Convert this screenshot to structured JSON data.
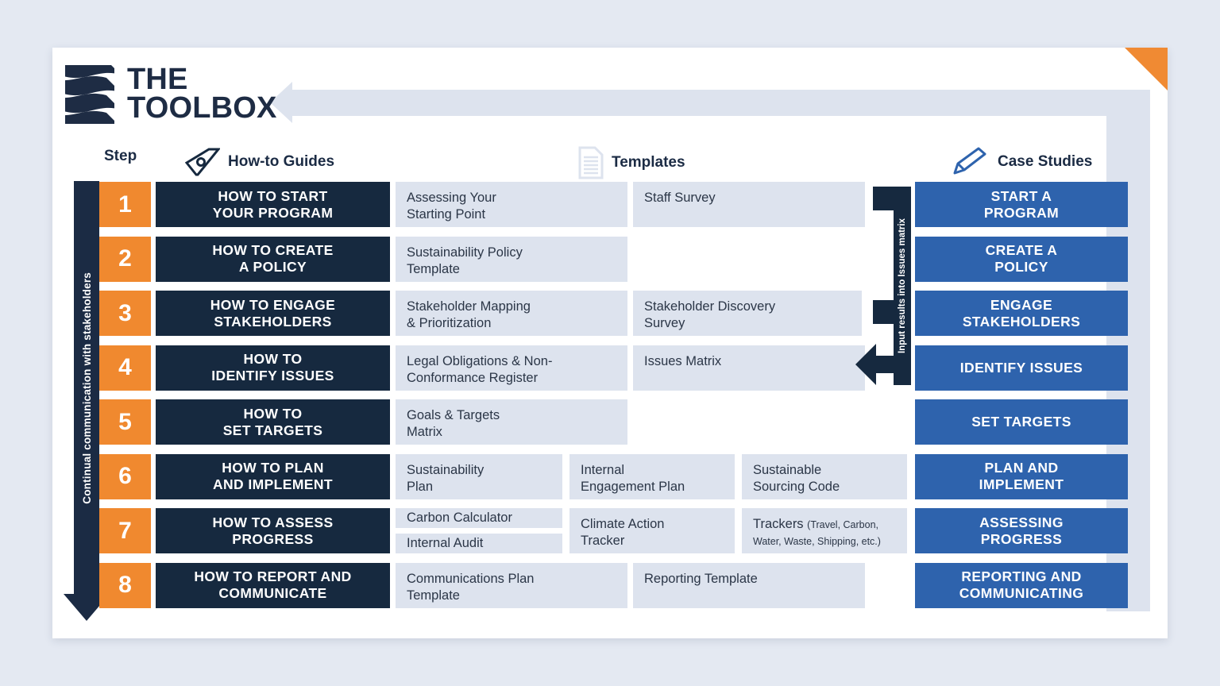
{
  "brand": {
    "line1": "THE",
    "line2": "TOOLBOX",
    "logo_icon": "diagonal-stripes-logo"
  },
  "headers": {
    "step": "Step",
    "guides": "How-to Guides",
    "guides_icon": "parallelogram-compass-icon",
    "templates": "Templates",
    "templates_icon": "document-icon",
    "cases": "Case Studies",
    "cases_icon": "pencil-icon"
  },
  "spine_label": "Continual communication with stakeholders",
  "bracket_label": "Input results into Issues matrix",
  "colors": {
    "orange": "#f0892f",
    "navy": "#16293f",
    "blue": "#2e63ad",
    "pale": "#dde3ee",
    "page_bg": "#e4e9f2"
  },
  "rows": [
    {
      "num": "1",
      "guide": "HOW TO START\nYOUR PROGRAM",
      "templates": [
        "Assessing Your\nStarting Point",
        "Staff Survey"
      ],
      "case": "START A\nPROGRAM"
    },
    {
      "num": "2",
      "guide": "HOW TO CREATE\nA POLICY",
      "templates": [
        "Sustainability Policy\nTemplate"
      ],
      "case": "CREATE A\nPOLICY"
    },
    {
      "num": "3",
      "guide": "HOW TO ENGAGE\nSTAKEHOLDERS",
      "templates": [
        "Stakeholder Mapping\n& Prioritization",
        "Stakeholder Discovery\nSurvey"
      ],
      "case": "ENGAGE\nSTAKEHOLDERS"
    },
    {
      "num": "4",
      "guide": "HOW TO\nIDENTIFY ISSUES",
      "templates": [
        "Legal Obligations & Non-\nConformance Register",
        "Issues Matrix"
      ],
      "case": "IDENTIFY ISSUES"
    },
    {
      "num": "5",
      "guide": "HOW TO\nSET TARGETS",
      "templates": [
        "Goals & Targets\nMatrix"
      ],
      "case": "SET TARGETS"
    },
    {
      "num": "6",
      "guide": "HOW TO PLAN\nAND IMPLEMENT",
      "templates": [
        "Sustainability\nPlan",
        "Internal\nEngagement Plan",
        "Sustainable\nSourcing Code"
      ],
      "case": "PLAN AND\nIMPLEMENT"
    },
    {
      "num": "7",
      "guide": "HOW TO ASSESS\nPROGRESS",
      "templates": [
        "Carbon Calculator",
        "Internal Audit",
        "Climate Action\nTracker"
      ],
      "templates_rich": {
        "main": "Trackers",
        "note": "(Travel, Carbon, Water, Waste, Shipping, etc.)"
      },
      "case": "ASSESSING\nPROGRESS"
    },
    {
      "num": "8",
      "guide": "HOW TO REPORT AND\nCOMMUNICATE",
      "templates": [
        "Communications Plan\nTemplate",
        "Reporting Template"
      ],
      "case": "REPORTING AND\nCOMMUNICATING"
    }
  ]
}
